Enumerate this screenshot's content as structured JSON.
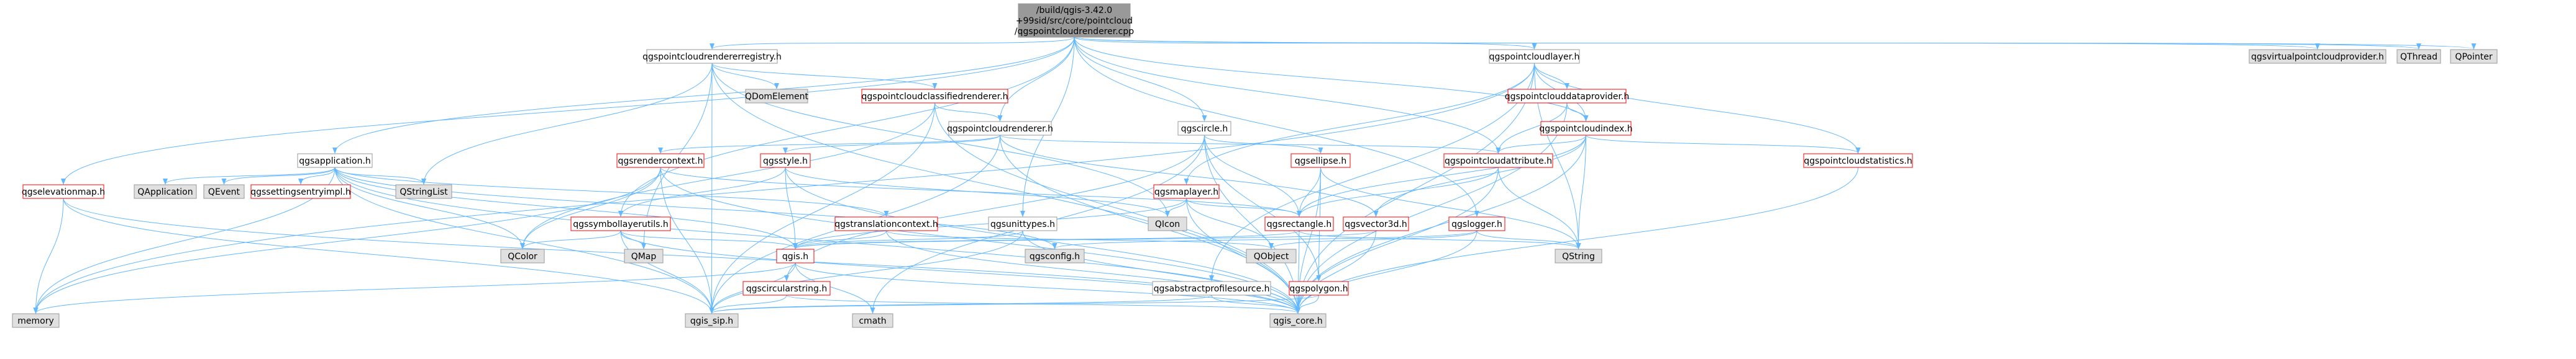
{
  "colors": {
    "root_fill": "#999999",
    "node_fill": "#ffffff",
    "external_fill": "#e0e0e0",
    "node_stroke_red": "#ff0000",
    "node_stroke_gray": "#999999",
    "text": "#000000",
    "edge": "#63b8ff"
  },
  "nodes": {
    "root": {
      "lines": [
        "/build/qgis-3.42.0",
        "+99sid/src/core/pointcloud",
        "/qgspointcloudrenderer.cpp"
      ],
      "kind": "root"
    },
    "qgspointcloudrendererregistry": {
      "lines": [
        "qgspointcloudrendererregistry.h"
      ],
      "kind": "doc"
    },
    "qgspointcloudlayer": {
      "lines": [
        "qgspointcloudlayer.h"
      ],
      "kind": "doc"
    },
    "qgsvirtualpointcloudprovider": {
      "lines": [
        "qgsvirtualpointcloudprovider.h"
      ],
      "kind": "ext"
    },
    "qthread": {
      "lines": [
        "QThread"
      ],
      "kind": "ext"
    },
    "qpointer": {
      "lines": [
        "QPointer"
      ],
      "kind": "ext"
    },
    "qdomelement": {
      "lines": [
        "QDomElement"
      ],
      "kind": "ext"
    },
    "qgspointcloudclassifiedrenderer": {
      "lines": [
        "qgspointcloudclassifiedrenderer.h"
      ],
      "kind": "red"
    },
    "qgspointclouddataprovider": {
      "lines": [
        "qgspointclouddataprovider.h"
      ],
      "kind": "red"
    },
    "qgspointcloudrenderer": {
      "lines": [
        "qgspointcloudrenderer.h"
      ],
      "kind": "doc"
    },
    "qgspointcloudindex": {
      "lines": [
        "qgspointcloudindex.h"
      ],
      "kind": "red"
    },
    "qgscircle": {
      "lines": [
        "qgscircle.h"
      ],
      "kind": "doc"
    },
    "qgsapplication": {
      "lines": [
        "qgsapplication.h"
      ],
      "kind": "doc"
    },
    "qgsrendercontext": {
      "lines": [
        "qgsrendercontext.h"
      ],
      "kind": "red"
    },
    "qgsstyle": {
      "lines": [
        "qgsstyle.h"
      ],
      "kind": "red"
    },
    "qgsmaplayer": {
      "lines": [
        "qgsmaplayer.h"
      ],
      "kind": "red"
    },
    "qgsellipse": {
      "lines": [
        "qgsellipse.h"
      ],
      "kind": "red"
    },
    "qgspointcloudattribute": {
      "lines": [
        "qgspointcloudattribute.h"
      ],
      "kind": "red"
    },
    "qgspointcloudstatistics": {
      "lines": [
        "qgspointcloudstatistics.h"
      ],
      "kind": "red"
    },
    "qgselevationmap": {
      "lines": [
        "qgselevationmap.h"
      ],
      "kind": "red"
    },
    "qapplication": {
      "lines": [
        "QApplication"
      ],
      "kind": "ext"
    },
    "qevent": {
      "lines": [
        "QEvent"
      ],
      "kind": "ext"
    },
    "qgssettingsentryimpl": {
      "lines": [
        "qgssettingsentryimpl.h"
      ],
      "kind": "red"
    },
    "qstringlist": {
      "lines": [
        "QStringList"
      ],
      "kind": "ext"
    },
    "qgssymbollayerutils": {
      "lines": [
        "qgssymbollayerutils.h"
      ],
      "kind": "red"
    },
    "qgstranslationcontext": {
      "lines": [
        "qgstranslationcontext.h"
      ],
      "kind": "red"
    },
    "qicon": {
      "lines": [
        "QIcon"
      ],
      "kind": "ext"
    },
    "qgsunittypes": {
      "lines": [
        "qgsunittypes.h"
      ],
      "kind": "doc"
    },
    "qgsrectangle": {
      "lines": [
        "qgsrectangle.h"
      ],
      "kind": "red"
    },
    "qgsvector3d": {
      "lines": [
        "qgsvector3d.h"
      ],
      "kind": "red"
    },
    "qgslogger": {
      "lines": [
        "qgslogger.h"
      ],
      "kind": "red"
    },
    "qgsconfig": {
      "lines": [
        "qgsconfig.h"
      ],
      "kind": "ext"
    },
    "qobject": {
      "lines": [
        "QObject"
      ],
      "kind": "ext"
    },
    "qstring": {
      "lines": [
        "QString"
      ],
      "kind": "ext"
    },
    "qcolor": {
      "lines": [
        "QColor"
      ],
      "kind": "ext"
    },
    "qmap": {
      "lines": [
        "QMap"
      ],
      "kind": "ext"
    },
    "qgis": {
      "lines": [
        "qgis.h"
      ],
      "kind": "red"
    },
    "qgscircularstring": {
      "lines": [
        "qgscircularstring.h"
      ],
      "kind": "red"
    },
    "qgsabstractprofilesource": {
      "lines": [
        "qgsabstractprofilesource.h"
      ],
      "kind": "doc"
    },
    "qgspolygon": {
      "lines": [
        "qgspolygon.h"
      ],
      "kind": "red"
    },
    "memory": {
      "lines": [
        "memory"
      ],
      "kind": "ext"
    },
    "qgis_sip": {
      "lines": [
        "qgis_sip.h"
      ],
      "kind": "ext"
    },
    "cmath": {
      "lines": [
        "cmath"
      ],
      "kind": "ext"
    },
    "qgis_core": {
      "lines": [
        "qgis_core.h"
      ],
      "kind": "ext"
    }
  },
  "edges": [
    [
      "root",
      "qgspointcloudrendererregistry"
    ],
    [
      "root",
      "qgspointcloudlayer"
    ],
    [
      "root",
      "qgsvirtualpointcloudprovider"
    ],
    [
      "root",
      "qthread"
    ],
    [
      "root",
      "qpointer"
    ],
    [
      "root",
      "qgspointcloudrenderer"
    ],
    [
      "root",
      "qgscircle"
    ],
    [
      "root",
      "qgsapplication"
    ],
    [
      "root",
      "qgselevationmap"
    ],
    [
      "root",
      "qgssymbollayerutils"
    ],
    [
      "root",
      "qgsunittypes"
    ],
    [
      "root",
      "qgslogger"
    ],
    [
      "root",
      "qgspointcloudindex"
    ],
    [
      "root",
      "qgspointcloudattribute"
    ],
    [
      "qgspointcloudrendererregistry",
      "qdomelement"
    ],
    [
      "qgspointcloudrendererregistry",
      "qgspointcloudclassifiedrenderer"
    ],
    [
      "qgspointcloudrendererregistry",
      "qstringlist"
    ],
    [
      "qgspointcloudrendererregistry",
      "qmap"
    ],
    [
      "qgspointcloudrendererregistry",
      "qgis_sip"
    ],
    [
      "qgspointcloudrendererregistry",
      "qgis_core"
    ],
    [
      "qgspointcloudrendererregistry",
      "qicon"
    ],
    [
      "qgspointcloudlayer",
      "qgspointclouddataprovider"
    ],
    [
      "qgspointcloudlayer",
      "qgspointcloudindex"
    ],
    [
      "qgspointcloudlayer",
      "qgspointcloudstatistics"
    ],
    [
      "qgspointcloudlayer",
      "qgsmaplayer"
    ],
    [
      "qgspointcloudlayer",
      "qgsabstractprofilesource"
    ],
    [
      "qgspointcloudlayer",
      "qgis_core"
    ],
    [
      "qgspointcloudlayer",
      "memory"
    ],
    [
      "qgspointcloudlayer",
      "qstring"
    ],
    [
      "qgspointcloudclassifiedrenderer",
      "qgspointcloudrenderer"
    ],
    [
      "qgspointcloudclassifiedrenderer",
      "qcolor"
    ],
    [
      "qgspointcloudclassifiedrenderer",
      "qgis_core"
    ],
    [
      "qgspointcloudclassifiedrenderer",
      "qgis_sip"
    ],
    [
      "qgspointclouddataprovider",
      "qgspointcloudindex"
    ],
    [
      "qgspointclouddataprovider",
      "qgspointcloudattribute"
    ],
    [
      "qgspointclouddataprovider",
      "qgis_core"
    ],
    [
      "qgspointcloudrenderer",
      "qgsrendercontext"
    ],
    [
      "qgspointcloudrenderer",
      "qgsstyle"
    ],
    [
      "qgspointcloudrenderer",
      "qgspointcloudattribute"
    ],
    [
      "qgspointcloudrenderer",
      "qgsvector3d"
    ],
    [
      "qgspointcloudrenderer",
      "qgis_core"
    ],
    [
      "qgspointcloudrenderer",
      "qgis_sip"
    ],
    [
      "qgspointcloudindex",
      "qgsrectangle"
    ],
    [
      "qgspointcloudindex",
      "qgspointcloudattribute"
    ],
    [
      "qgspointcloudindex",
      "qgspointcloudstatistics"
    ],
    [
      "qgspointcloudindex",
      "qstring"
    ],
    [
      "qgspointcloudindex",
      "qgis_core"
    ],
    [
      "qgspointcloudindex",
      "qgsvector3d"
    ],
    [
      "qgscircle",
      "qgsellipse"
    ],
    [
      "qgscircle",
      "qgscircularstring"
    ],
    [
      "qgscircle",
      "qgspolygon"
    ],
    [
      "qgscircle",
      "qgsrectangle"
    ],
    [
      "qgscircle",
      "qgis_core"
    ],
    [
      "qgscircle",
      "cmath"
    ],
    [
      "qgsapplication",
      "qapplication"
    ],
    [
      "qgsapplication",
      "qevent"
    ],
    [
      "qgsapplication",
      "qgssettingsentryimpl"
    ],
    [
      "qgsapplication",
      "qstringlist"
    ],
    [
      "qgsapplication",
      "qgstranslationcontext"
    ],
    [
      "qgsapplication",
      "qcolor"
    ],
    [
      "qgsapplication",
      "qgsconfig"
    ],
    [
      "qgsapplication",
      "qgis"
    ],
    [
      "qgsapplication",
      "memory"
    ],
    [
      "qgsapplication",
      "qgis_core"
    ],
    [
      "qgsapplication",
      "qgis_sip"
    ],
    [
      "qgsrendercontext",
      "qcolor"
    ],
    [
      "qgsrendercontext",
      "memory"
    ],
    [
      "qgsrendercontext",
      "qgis_core"
    ],
    [
      "qgsrendercontext",
      "qgis_sip"
    ],
    [
      "qgsrendercontext",
      "qgsrectangle"
    ],
    [
      "qgsstyle",
      "qgssymbollayerutils"
    ],
    [
      "qgsstyle",
      "qgis"
    ],
    [
      "qgsstyle",
      "qicon"
    ],
    [
      "qgsstyle",
      "qgis_core"
    ],
    [
      "qgsmaplayer",
      "qgsrectangle"
    ],
    [
      "qgsmaplayer",
      "qobject"
    ],
    [
      "qgsmaplayer",
      "qicon"
    ],
    [
      "qgsmaplayer",
      "qgis"
    ],
    [
      "qgsmaplayer",
      "qgis_core"
    ],
    [
      "qgsellipse",
      "qgsrectangle"
    ],
    [
      "qgsellipse",
      "qgspolygon"
    ],
    [
      "qgsellipse",
      "qstring"
    ],
    [
      "qgsellipse",
      "qgis_core"
    ],
    [
      "qgspointcloudattribute",
      "qstring"
    ],
    [
      "qgspointcloudattribute",
      "qgis_core"
    ],
    [
      "qgspointcloudattribute",
      "qgsrectangle"
    ],
    [
      "qgspointcloudstatistics",
      "qgis_core"
    ],
    [
      "qgselevationmap",
      "memory"
    ],
    [
      "qgselevationmap",
      "qgis_core"
    ],
    [
      "qgselevationmap",
      "qgis_sip"
    ],
    [
      "qgssymbollayerutils",
      "qcolor"
    ],
    [
      "qgssymbollayerutils",
      "qmap"
    ],
    [
      "qgssymbollayerutils",
      "qgis"
    ],
    [
      "qgssymbollayerutils",
      "qgis_core"
    ],
    [
      "qgssymbollayerutils",
      "qgis_sip"
    ],
    [
      "qgstranslationcontext",
      "qobject"
    ],
    [
      "qgstranslationcontext",
      "qgis"
    ],
    [
      "qgstranslationcontext",
      "qgis_core"
    ],
    [
      "qgsunittypes",
      "qgis"
    ],
    [
      "qgsunittypes",
      "qgis_core"
    ],
    [
      "qgsunittypes",
      "qgis_sip"
    ],
    [
      "qgsrectangle",
      "qgis"
    ],
    [
      "qgsrectangle",
      "qstring"
    ],
    [
      "qgsrectangle",
      "qgis_core"
    ],
    [
      "qgsvector3d",
      "qgis_core"
    ],
    [
      "qgsvector3d",
      "qgis"
    ],
    [
      "qgslogger",
      "qgsconfig"
    ],
    [
      "qgslogger",
      "qobject"
    ],
    [
      "qgslogger",
      "qstring"
    ],
    [
      "qgslogger",
      "qgis_core"
    ],
    [
      "qgis",
      "memory"
    ],
    [
      "qgis",
      "cmath"
    ],
    [
      "qgis",
      "qgis_sip"
    ],
    [
      "qgis",
      "qgis_core"
    ],
    [
      "qgscircularstring",
      "qgis_core"
    ],
    [
      "qgscircularstring",
      "qgis_sip"
    ],
    [
      "qgsabstractprofilesource",
      "qgis_core"
    ],
    [
      "qgsabstractprofilesource",
      "qgis_sip"
    ],
    [
      "qgspolygon",
      "qgis_core"
    ],
    [
      "qgspolygon",
      "qgis_sip"
    ]
  ]
}
